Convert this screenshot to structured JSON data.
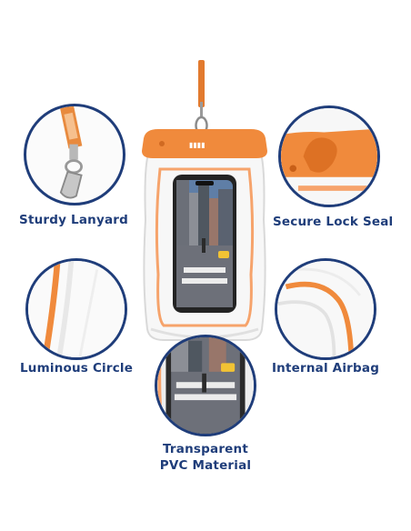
{
  "features": {
    "lanyard": "Sturdy Lanyard",
    "lock_seal": "Secure Lock Seal",
    "luminous": "Luminous Circle",
    "airbag": "Internal Airbag",
    "pvc_line1": "Transparent",
    "pvc_line2": "PVC Material"
  },
  "colors": {
    "accent": "#f08a3c",
    "label_text": "#1f3d7a",
    "circle_border": "#1f3d7a"
  },
  "icons": [
    "lanyard-clip-icon",
    "lock-seal-icon",
    "luminous-edge-icon",
    "airbag-icon",
    "pvc-phone-icon"
  ]
}
